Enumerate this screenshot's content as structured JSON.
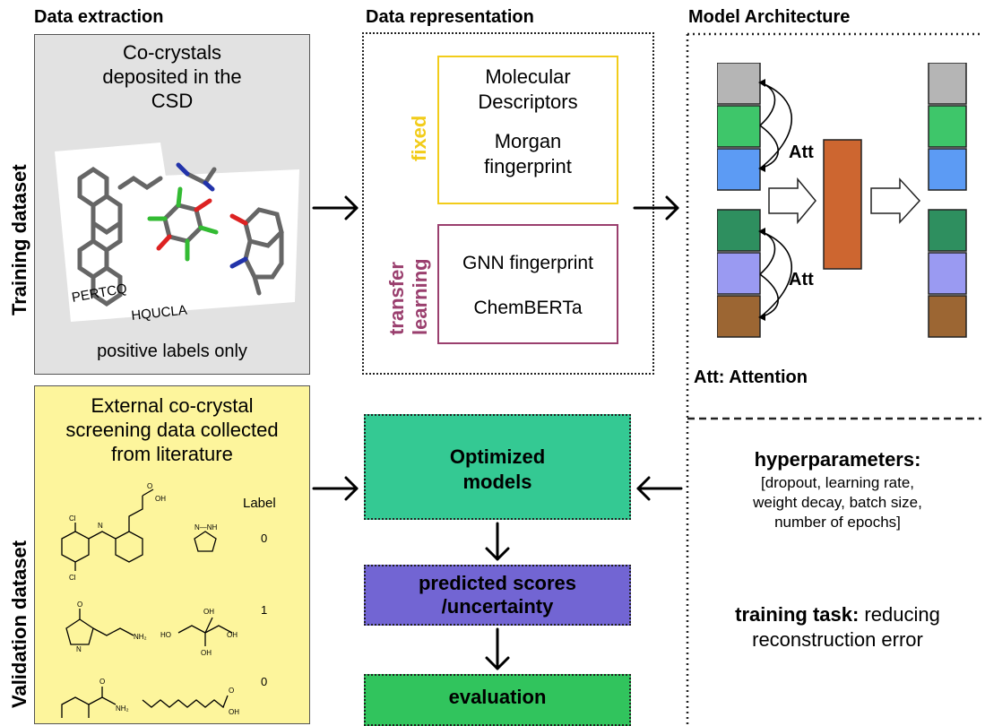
{
  "headers": {
    "extraction": "Data extraction",
    "representation": "Data representation",
    "architecture": "Model Architecture"
  },
  "side_labels": {
    "training": "Training dataset",
    "validation": "Validation dataset"
  },
  "training_panel": {
    "title_lines": [
      "Co-crystals",
      "deposited in the",
      "CSD"
    ],
    "crystal_1": "PERTCQ",
    "crystal_2": "HQUCLA",
    "footer": "positive labels only"
  },
  "representation": {
    "fixed_label": "fixed",
    "fixed_items": [
      "Molecular",
      "Descriptors",
      "Morgan",
      "fingerprint"
    ],
    "transfer_label_lines": [
      "transfer",
      "learning"
    ],
    "transfer_items": [
      "GNN fingerprint",
      "ChemBERTa"
    ],
    "colors": {
      "fixed": "#f2cc1a",
      "transfer": "#9a3f6e"
    }
  },
  "architecture": {
    "att_top": "Att",
    "att_bottom": "Att",
    "legend": "Att: Attention",
    "colors": {
      "grey": "#b5b5b5",
      "green": "#3ec66a",
      "blue": "#5c9bf4",
      "teal": "#2e8f5f",
      "lavender": "#9a9af2",
      "brown": "#9c6633",
      "orange": "#cd6630"
    }
  },
  "validation_panel": {
    "title_lines": [
      "External co-crystal",
      "screening data collected",
      "from literature"
    ],
    "label_header": "Label",
    "labels": [
      "0",
      "1",
      "0"
    ]
  },
  "pipeline": {
    "optimized": [
      "Optimized",
      "models"
    ],
    "predicted": [
      "predicted scores",
      "/uncertainty"
    ],
    "evaluation": "evaluation"
  },
  "hyper": {
    "title": "hyperparameters:",
    "lines": [
      "[dropout, learning rate,",
      "weight decay, batch size,",
      "number of epochs]"
    ],
    "task_bold": "training task:",
    "task_rest": " reducing",
    "task_line2": "reconstruction error"
  }
}
